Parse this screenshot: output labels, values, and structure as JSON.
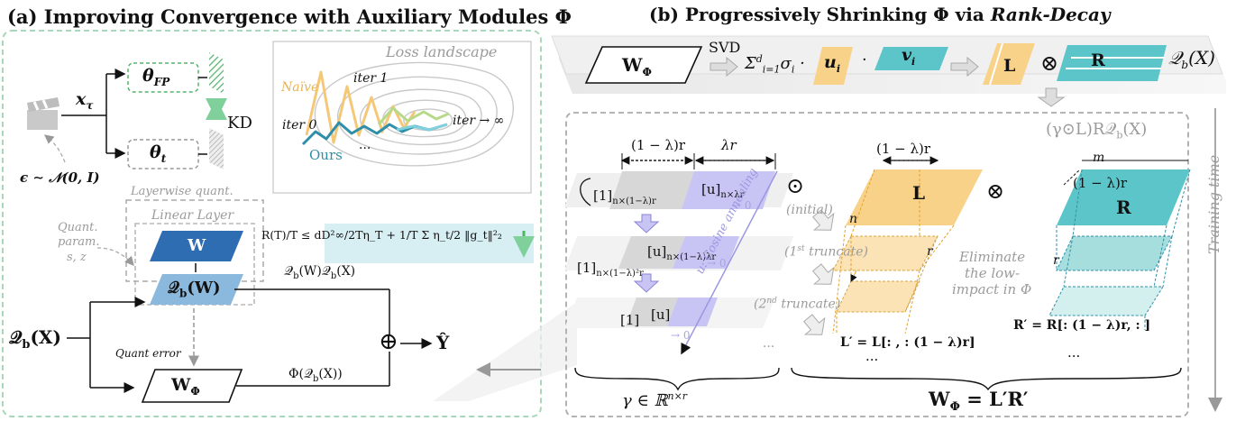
{
  "panel_a": {
    "title": "(a) Improving Convergence with Auxiliary Modules Φ",
    "x_tau": "x",
    "x_tau_sub": "τ",
    "epsilon": "ϵ ∼ 𝒩(0, I)",
    "theta_fp": "θ",
    "theta_fp_sub": "FP",
    "theta_t": "θ",
    "theta_t_sub": "t",
    "kd": "KD",
    "loss_title": "Loss landscape",
    "naive": "Naïve",
    "iter1": "iter 1",
    "iter0": "iter 0",
    "iter_inf": "iter → ∞",
    "ours": "Ours",
    "dots": "···",
    "layerwise": "Layerwise quant.",
    "linear_layer": "Linear Layer",
    "w": "W",
    "qbw": "𝒬",
    "qbw_sub": "b",
    "qbw_arg": "(W)",
    "quant_param_1": "Quant.",
    "quant_param_2": "param.",
    "quant_param_3": "s, z",
    "qbx": "𝒬",
    "qbx_sub": "b",
    "qbx_arg": "(X)",
    "quant_error": "Quant error",
    "w_phi": "W",
    "w_phi_sub": "Φ",
    "qwqx": "𝒬",
    "qwqx_rest": "(W)𝒬",
    "qwqx_end": "(X)",
    "phi_qx": "Φ(𝒬",
    "phi_qx_end": "(X))",
    "plus": "⊕",
    "y_hat": "Ŷ",
    "formula": "R(T)/T ≤ dD²∞/2Tη_T + 1/T Σ η_t/2 ‖g_t‖²₂"
  },
  "panel_b": {
    "title_prefix": "(b) Progressively Shrinking Φ via ",
    "title_em": "Rank-Decay",
    "w_phi": "W",
    "w_phi_sub": "Φ",
    "svd": "SVD",
    "sum": "Σ",
    "sum_sup": "d",
    "sum_sub": "i=1",
    "sigma": "σ",
    "sigma_sub": "i",
    "u": "u",
    "u_sub": "i",
    "v": "v",
    "v_sub": "i",
    "dot": "·",
    "l": "L",
    "r": "R",
    "otimes": "⊗",
    "qbx": "𝒬",
    "qbx_sub": "b",
    "qbx_arg": "(X)",
    "gamma_expr": "(γ⊙L)R𝒬",
    "gamma_expr_sub": "b",
    "gamma_expr_end": "(X)",
    "one_minus_lr": "(1 − λ)r",
    "lr": "λr",
    "one": "[1]",
    "one_sub_1": "n×(1−λ)r",
    "u_block": "[u]",
    "u_sub_1": "n×λr",
    "to_zero": "→ 0",
    "one_sub_2": "n×(1−λ)²r",
    "u_sub_2": "n×(1−λ)λr",
    "cosine": "u: Cosine annealing",
    "odot": "⊙",
    "initial": "(initial)",
    "first_trunc": "(1",
    "first_trunc_sup": "st",
    "first_trunc_end": " truncate)",
    "second_trunc": "(2",
    "second_trunc_sup": "nd",
    "second_trunc_end": " truncate)",
    "n": "n",
    "m": "m",
    "r_small": "r",
    "eliminate_1": "Eliminate",
    "eliminate_2": "the low-",
    "eliminate_3": "impact in Φ",
    "l_prime": "L′ = L[: , : (1 − λ)r]",
    "r_prime": "R′ = R[: (1 − λ)r, : ]",
    "ellipsis": "···",
    "gamma_in": "γ ∈ ℝ",
    "gamma_in_sup": "n×r",
    "w_phi_eq": "W",
    "w_phi_eq_sub": "Φ",
    "w_phi_eq_rest": " = L′R′",
    "training_time": "Training time"
  },
  "colors": {
    "teal": "#5cc5c9",
    "orange": "#f9d28a",
    "blue": "#3a78bf",
    "lightblue": "#8bb9dd",
    "lavender": "#c8c4f4",
    "green": "#5cb85c",
    "gray_box": "#cfcfcf",
    "dash_green": "#a8d8b9"
  }
}
